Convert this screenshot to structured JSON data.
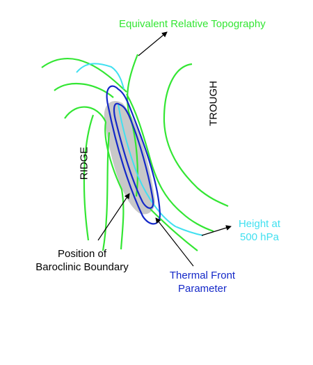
{
  "labels": {
    "equivalent_relative_topography": "Equivalent Relative Topography",
    "trough": "TROUGH",
    "ridge": "RIDGE",
    "height_500_line1": "Height at",
    "height_500_line2": "500 hPa",
    "baroclinic_line1": "Position of",
    "baroclinic_line2": "Baroclinic Boundary",
    "tfp_line1": "Thermal Front",
    "tfp_line2": "Parameter"
  },
  "colors": {
    "ert_lines": "#33e633",
    "height_lines": "#40e0f0",
    "tfp_contours": "#1428c8",
    "baroclinic_zone": "#c8c8c8",
    "text": "#000000",
    "arrows": "#000000"
  }
}
